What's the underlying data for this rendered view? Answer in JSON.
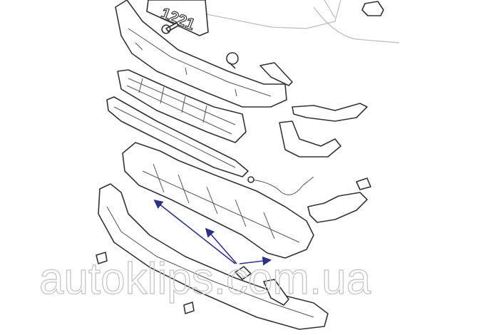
{
  "diagram": {
    "plate_text": "1221",
    "watermark": "autoklips.com.ua",
    "arrow_color": "#2d3287",
    "parts": [
      "license-plate",
      "plate-bolt",
      "upper-absorber-beam",
      "clip",
      "side-bracket",
      "lower-grille",
      "grille-trim-strip",
      "fog-light-bracket-right",
      "fog-light-housing",
      "wiring-harness",
      "underbody-skid-plate",
      "drl-lamp",
      "bumper-lower-cover",
      "lower-trim-strip",
      "retaining-clip",
      "small-clip"
    ]
  }
}
